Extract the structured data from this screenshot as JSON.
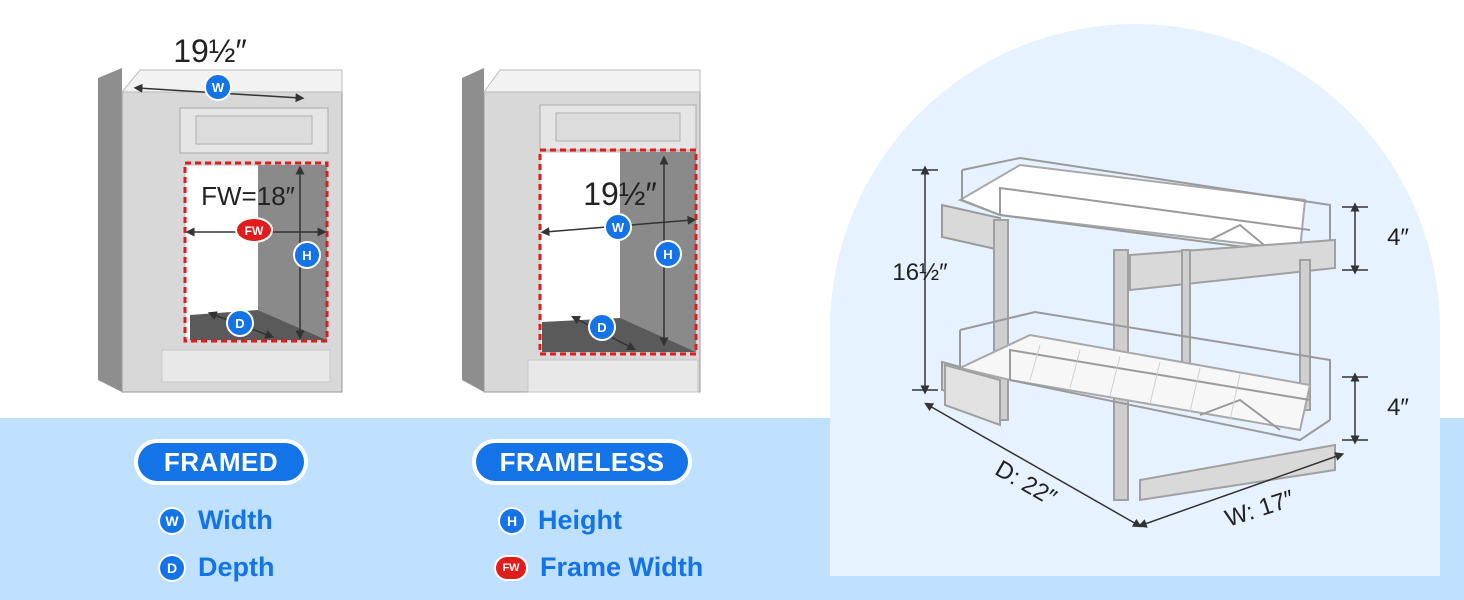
{
  "framed": {
    "width_dimension": "19½″",
    "frame_width_label": "FW=18″",
    "badges": {
      "width": "W",
      "frame_width": "FW",
      "height": "H",
      "depth": "D"
    }
  },
  "frameless": {
    "width_dimension": "19½″",
    "badges": {
      "width": "W",
      "height": "H",
      "depth": "D"
    }
  },
  "organizer": {
    "height_total": "16½″",
    "upper_tier_height": "4″",
    "lower_tier_height": "4″",
    "depth": "D: 22″",
    "width": "W: 17″"
  },
  "legend": {
    "framed_title": "FRAMED",
    "frameless_title": "FRAMELESS",
    "items": [
      {
        "badge": "W",
        "label": "Width"
      },
      {
        "badge": "D",
        "label": "Depth"
      },
      {
        "badge": "H",
        "label": "Height"
      },
      {
        "badge": "FW",
        "label": "Frame Width"
      }
    ]
  },
  "colors": {
    "accent": "#1473e6",
    "frame_width_red": "#e01c1c",
    "bottom_band": "#bfe0ff",
    "arch": "#e6f2ff"
  }
}
